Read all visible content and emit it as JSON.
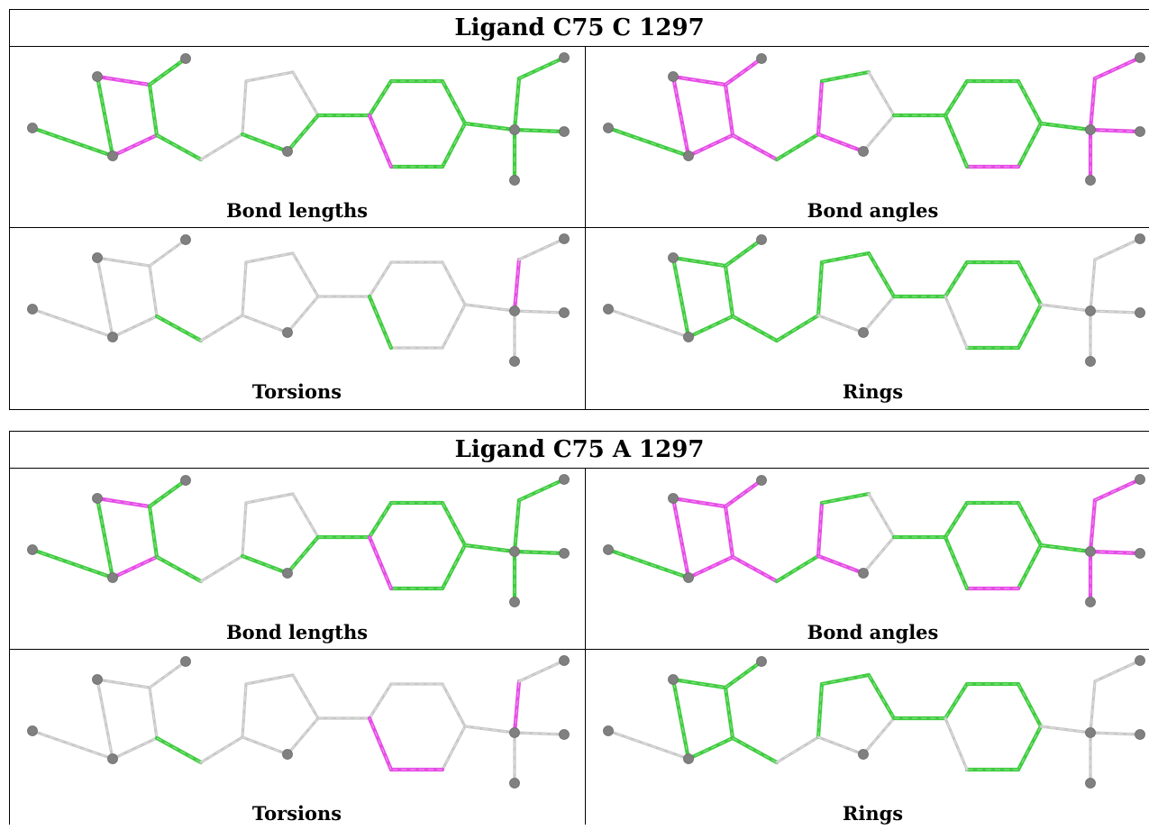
{
  "colors": {
    "ok": "#3fcc3f",
    "outlier": "#e64ce6",
    "neutral": "#c8c8c8",
    "atom": "#808080"
  },
  "panels": [
    {
      "title": "Ligand C75 C 1297",
      "cells": [
        {
          "caption": "Bond lengths",
          "bonds": [
            "o",
            "o",
            "p",
            "o",
            "p",
            "o",
            "o",
            "n",
            "n",
            "n",
            "n",
            "o",
            "o",
            "o",
            "o",
            "o",
            "o",
            "o",
            "o",
            "p",
            "o",
            "o",
            "o"
          ]
        },
        {
          "caption": "Bond angles",
          "bonds": [
            "o",
            "p",
            "p",
            "p",
            "p",
            "p",
            "p",
            "o",
            "p",
            "o",
            "n",
            "n",
            "p",
            "o",
            "o",
            "o",
            "o",
            "o",
            "p",
            "o",
            "o",
            "p",
            "p"
          ]
        },
        {
          "caption": "Torsions",
          "bonds": [
            "n",
            "n",
            "n",
            "n",
            "n",
            "n",
            "o",
            "n",
            "n",
            "n",
            "n",
            "n",
            "n",
            "n",
            "n",
            "n",
            "n",
            "n",
            "n",
            "o",
            "n",
            "p",
            "n"
          ]
        },
        {
          "caption": "Rings",
          "bonds": [
            "n",
            "o",
            "o",
            "o",
            "o",
            "o",
            "o",
            "o",
            "o",
            "o",
            "o",
            "n",
            "n",
            "o",
            "o",
            "o",
            "o",
            "o",
            "o",
            "n",
            "n",
            "n",
            "n"
          ]
        }
      ]
    },
    {
      "title": "Ligand C75 A 1297",
      "cells": [
        {
          "caption": "Bond lengths",
          "bonds": [
            "o",
            "o",
            "p",
            "o",
            "p",
            "o",
            "o",
            "n",
            "n",
            "n",
            "n",
            "o",
            "o",
            "o",
            "o",
            "o",
            "o",
            "o",
            "o",
            "p",
            "o",
            "o",
            "o"
          ]
        },
        {
          "caption": "Bond angles",
          "bonds": [
            "o",
            "p",
            "p",
            "p",
            "p",
            "p",
            "p",
            "o",
            "p",
            "o",
            "n",
            "n",
            "p",
            "o",
            "o",
            "o",
            "o",
            "o",
            "p",
            "o",
            "o",
            "p",
            "p"
          ]
        },
        {
          "caption": "Torsions",
          "bonds": [
            "n",
            "n",
            "n",
            "n",
            "n",
            "n",
            "o",
            "n",
            "n",
            "n",
            "n",
            "n",
            "n",
            "n",
            "n",
            "n",
            "n",
            "n",
            "p",
            "p",
            "n",
            "p",
            "n"
          ]
        },
        {
          "caption": "Rings",
          "bonds": [
            "n",
            "o",
            "o",
            "o",
            "o",
            "o",
            "o",
            "n",
            "o",
            "o",
            "o",
            "n",
            "n",
            "o",
            "o",
            "o",
            "o",
            "o",
            "o",
            "n",
            "n",
            "n",
            "n"
          ]
        }
      ]
    }
  ]
}
